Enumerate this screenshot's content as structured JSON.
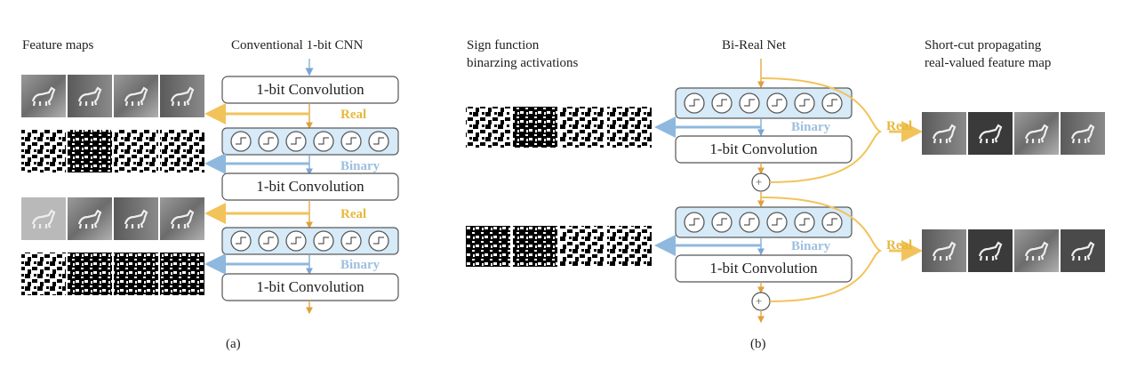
{
  "panel_a": {
    "feature_maps_label": "Feature maps",
    "title": "Conventional 1-bit CNN",
    "conv_label": "1-bit Convolution",
    "real_label": "Real",
    "binary_label": "Binary",
    "caption": "(a)"
  },
  "panel_b": {
    "sign_label_line1": "Sign function",
    "sign_label_line2": "binarzing activations",
    "title": "Bi-Real Net",
    "shortcut_label_line1": "Short-cut propagating",
    "shortcut_label_line2": "real-valued feature map",
    "conv_label": "1-bit Convolution",
    "real_label": "Real",
    "binary_label": "Binary",
    "add_symbol": "+",
    "caption": "(b)"
  },
  "colors": {
    "real_arrow": "#f2c35a",
    "real_text": "#e6b93c",
    "binary_arrow": "#8fb8de",
    "binary_text": "#9dbfe0",
    "sign_box_fill": "#d6eaf8",
    "sign_box_stroke": "#5a5a5a",
    "conv_box_stroke": "#555555"
  },
  "icons": [
    "sign-function-icon",
    "addition-icon",
    "arrow-icon"
  ]
}
